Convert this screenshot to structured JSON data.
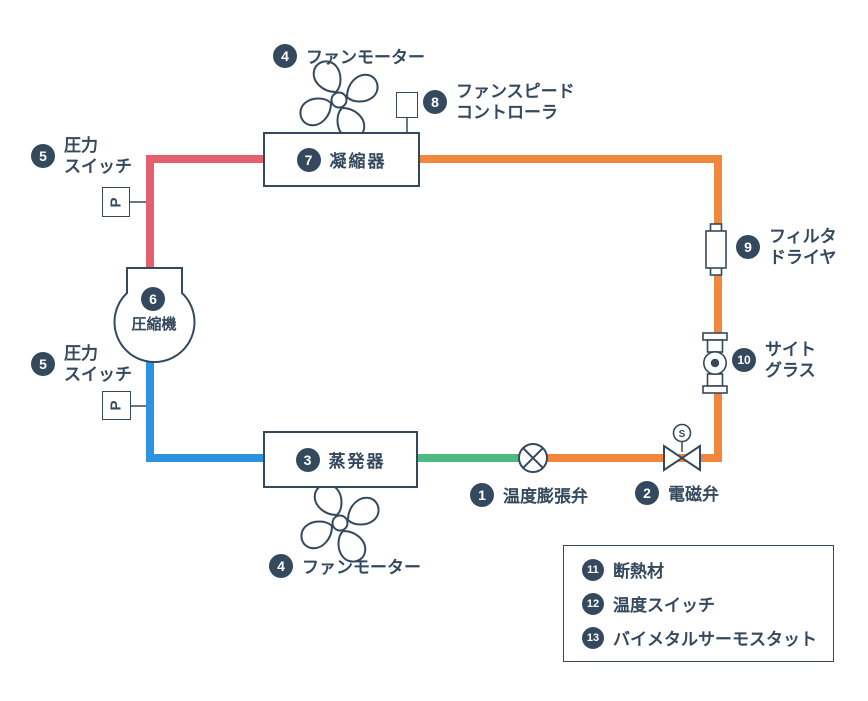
{
  "colors": {
    "navy": "#35495E",
    "red": "#E5606E",
    "orange": "#F0873D",
    "blue": "#2D92DF",
    "green": "#4DBA80"
  },
  "labels": {
    "fan_motor_top": {
      "num": "4",
      "text": "ファンモーター"
    },
    "fan_speed_controller": {
      "num": "8",
      "line1": "ファンスピード",
      "line2": "コントローラ"
    },
    "pressure_switch_top": {
      "num": "5",
      "line1": "圧力",
      "line2": "スイッチ"
    },
    "pressure_switch_bottom": {
      "num": "5",
      "line1": "圧力",
      "line2": "スイッチ"
    },
    "condenser": {
      "num": "7",
      "text": "凝縮器"
    },
    "compressor": {
      "num": "6",
      "text": "圧縮機"
    },
    "evaporator": {
      "num": "3",
      "text": "蒸発器"
    },
    "expansion_valve": {
      "num": "1",
      "text": "温度膨張弁"
    },
    "solenoid_valve": {
      "num": "2",
      "text": "電磁弁"
    },
    "filter_dryer": {
      "num": "9",
      "line1": "フィルタ",
      "line2": "ドライヤ"
    },
    "sight_glass": {
      "num": "10",
      "line1": "サイト",
      "line2": "グラス"
    },
    "fan_motor_bottom": {
      "num": "4",
      "text": "ファンモーター"
    },
    "p_symbol": "P",
    "s_symbol": "S"
  },
  "legend": {
    "items": [
      {
        "num": "11",
        "text": "断熱材"
      },
      {
        "num": "12",
        "text": "温度スイッチ"
      },
      {
        "num": "13",
        "text": "バイメタルサーモスタット"
      }
    ]
  }
}
